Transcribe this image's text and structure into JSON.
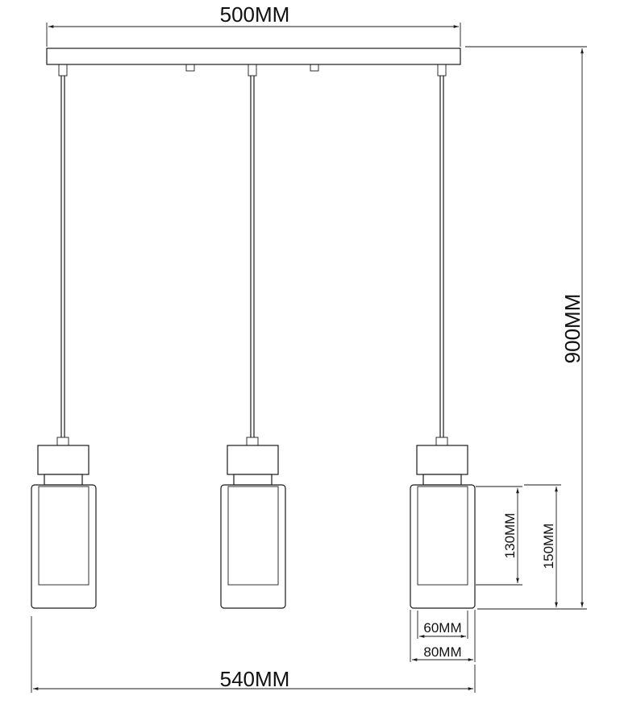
{
  "dimensions": {
    "canopy_length": "500MM",
    "overall_length": "540MM",
    "overall_height": "900MM",
    "shade_inner_height": "130MM",
    "shade_outer_height": "150MM",
    "shade_inner_width": "60MM",
    "shade_outer_width": "80MM"
  },
  "colors": {
    "line": "#1a1a1a",
    "background": "#ffffff"
  }
}
